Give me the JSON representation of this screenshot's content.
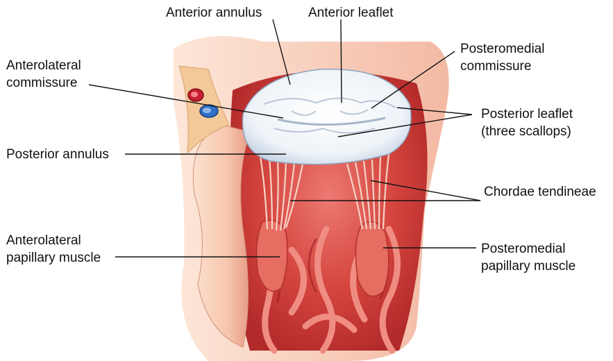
{
  "labels": {
    "anterior_annulus": "Anterior annulus",
    "anterior_leaflet": "Anterior leaflet",
    "posteromedial_commissure": [
      "Posteromedial",
      "commissure"
    ],
    "anterolateral_commissure": [
      "Anterolateral",
      "commissure"
    ],
    "posterior_leaflet": [
      "Posterior leaflet",
      "(three scallops)"
    ],
    "posterior_annulus": "Posterior annulus",
    "chordae_tendineae": "Chordae tendineae",
    "anterolateral_papillary_muscle": [
      "Anterolateral",
      "papillary muscle"
    ],
    "posteromedial_papillary_muscle": [
      "Posteromedial",
      "papillary muscle"
    ]
  },
  "colors": {
    "muscle_dark": "#b3242a",
    "muscle_mid": "#d9484c",
    "muscle_light": "#ee8a84",
    "outer_wall": "#f9d6c2",
    "valve": "#f3f7fb",
    "vessel_red": "#c81e2e",
    "vessel_blue": "#2f6fc8",
    "fat": "#f4c99a"
  }
}
